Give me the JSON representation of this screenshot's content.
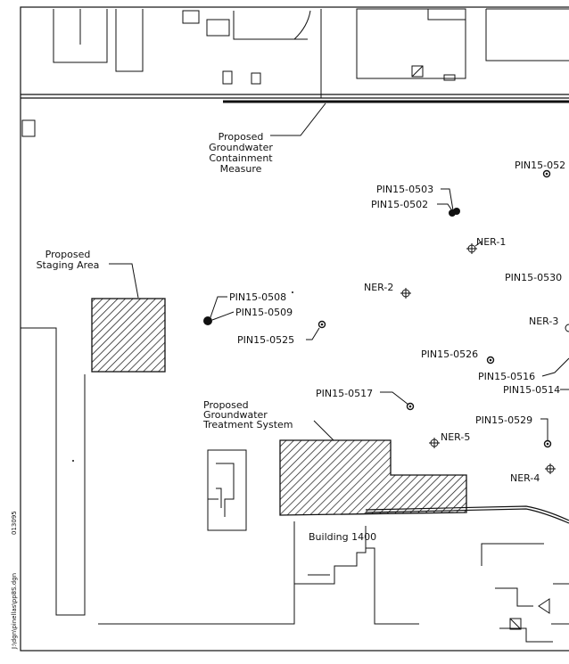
{
  "map": {
    "annotations": {
      "containment": [
        "Proposed",
        "Groundwater",
        "Containment",
        "Measure"
      ],
      "staging": [
        "Proposed",
        "Staging Area"
      ],
      "treatment": [
        "Proposed",
        "Groundwater",
        "Treatment System"
      ],
      "building": "Building 1400"
    },
    "wells": [
      {
        "id": "w0503",
        "label": "PIN15-0503"
      },
      {
        "id": "w0502",
        "label": "PIN15-0502"
      },
      {
        "id": "w0520",
        "label": "PIN15-052"
      },
      {
        "id": "w0530",
        "label": "PIN15-0530"
      },
      {
        "id": "w0508",
        "label": "PIN15-0508"
      },
      {
        "id": "w0509",
        "label": "PIN15-0509"
      },
      {
        "id": "w0525",
        "label": "PIN15-0525"
      },
      {
        "id": "w0526",
        "label": "PIN15-0526"
      },
      {
        "id": "w0516",
        "label": "PIN15-0516"
      },
      {
        "id": "w0514",
        "label": "PIN15-0514"
      },
      {
        "id": "w0517",
        "label": "PIN15-0517"
      },
      {
        "id": "w0529",
        "label": "PIN15-0529"
      }
    ],
    "ner_points": [
      {
        "id": "ner1",
        "label": "NER-1"
      },
      {
        "id": "ner2",
        "label": "NER-2"
      },
      {
        "id": "ner3",
        "label": "NER-3"
      },
      {
        "id": "ner4",
        "label": "NER-4"
      },
      {
        "id": "ner5",
        "label": "NER-5"
      }
    ],
    "margin_text": {
      "file_path": "J:\\dgn\\pinellas\\pp8S.dgn",
      "drawing_number": "013095"
    }
  }
}
